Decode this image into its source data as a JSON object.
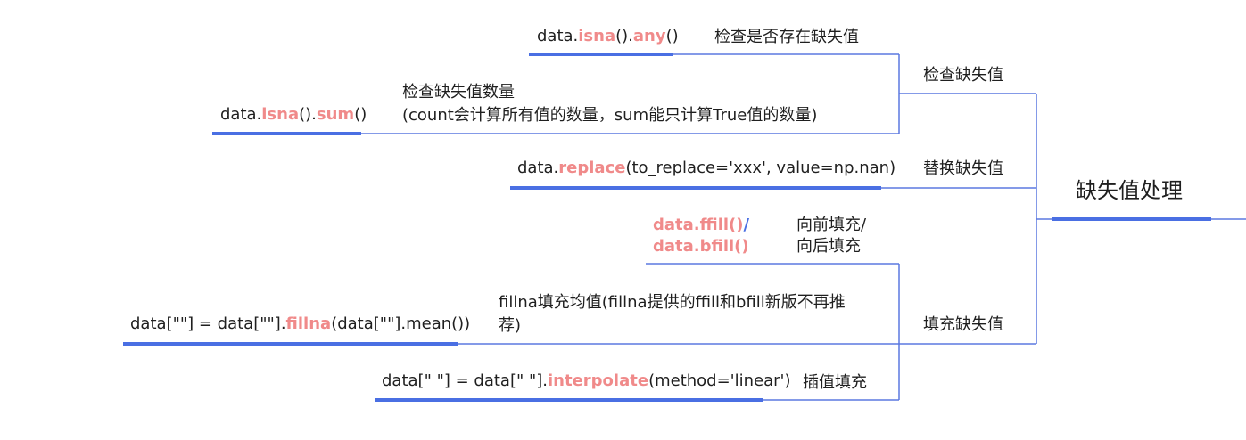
{
  "root": {
    "label": "缺失值处理"
  },
  "branches": {
    "check": {
      "label": "检查缺失值"
    },
    "replace": {
      "label": "替换缺失值"
    },
    "fill": {
      "label": "填充缺失值"
    }
  },
  "leaves": {
    "any": {
      "code": {
        "prefix": "data.",
        "m1": "isna",
        "mid": "().",
        "m2": "any",
        "suffix": "()"
      },
      "desc": "检查是否存在缺失值"
    },
    "sum": {
      "code": {
        "prefix": "data.",
        "m1": "isna",
        "mid": "().",
        "m2": "sum",
        "suffix": "()"
      },
      "desc_line1": "检查缺失值数量",
      "desc_line2": "(count会计算所有值的数量，sum能只计算True值的数量)"
    },
    "replace": {
      "code": {
        "prefix": "data.",
        "m1": "replace",
        "suffix": "(to_replace='xxx', value=np.nan)"
      },
      "desc": "替换缺失值"
    },
    "ffill": {
      "code_line1": "data.ffill()",
      "code_sep": "/",
      "code_line2": "data.bfill()",
      "desc_line1": "向前填充/",
      "desc_line2": "向后填充"
    },
    "fillna": {
      "code": {
        "prefix": "data[\"\"] = data[\"\"].",
        "m1": "fillna",
        "suffix": "(data[\"\"].mean())"
      },
      "desc_line1": "fillna填充均值(fillna提供的ffill和bfill新版不再推",
      "desc_line2": "荐)"
    },
    "interpolate": {
      "code": {
        "prefix": "data[\" \"] = data[\" \"].",
        "m1": "interpolate",
        "suffix": "(method='linear')"
      },
      "desc": "插值填充"
    }
  },
  "colors": {
    "line": "#5b78e0",
    "underline": "#4a6fe3",
    "highlight": "#f08a8a"
  }
}
